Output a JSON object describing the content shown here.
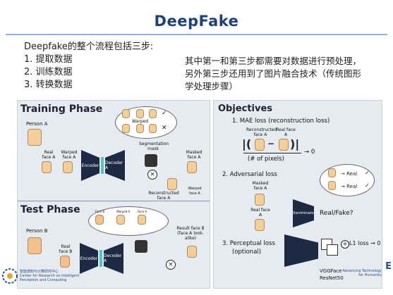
{
  "title": "DeepFake",
  "intro": {
    "lead": "Deepfake的整个流程包括三步:",
    "steps": [
      "1. 提取数据",
      "2. 训练数据",
      "3. 转换数据"
    ]
  },
  "note": "其中第一和第三步都需要对数据进行预处理，另外第三步还用到了图片融合技术（传统图形学处理步骤）",
  "left_panel": {
    "training_title": "Training Phase",
    "person_a": "Person A",
    "real_face_a": "Real face A",
    "warped_face_a": "Warped face A",
    "encoder": "Encoder",
    "decoder_a": "Decoder A",
    "segmentation_mask": "Segmentation mask",
    "masked_face_a": "Masked face A",
    "reconstructed_face_a": "Reconstructed face A",
    "warped_label": "Warped",
    "warped_face_small": "Warped face A",
    "test_title": "Test Phase",
    "person_b": "Person B",
    "real_face_b": "Real face B",
    "decoder_a_test": "Decoder A",
    "result": "Result face B (face A look-alike)",
    "test_bubble_labels": [
      "Face B",
      "Warped A",
      "Face A"
    ]
  },
  "right_panel": {
    "title": "Objectives",
    "obj1": "1. MAE loss (reconstruction loss)",
    "recon": "Reconstructed face A",
    "real": "Real face A",
    "formula_tail": "→ 0",
    "pixels": "(# of pixels)",
    "obj2": "2. Adversarial loss",
    "masked": "Masked face A",
    "real2": "Real face A",
    "discriminator": "Discriminator",
    "real_fake": "Real/Fake?",
    "bubble_real1": "→ Real",
    "bubble_real2": "→ Real",
    "obj3a": "3. Perceptual loss",
    "obj3b": "(optional)",
    "l1": "L1 loss → 0",
    "vgg1": "VGGFace",
    "vgg2": "ResNet50"
  },
  "logos": {
    "left_line1": "智能感知与计算研究中心",
    "left_line2": "Center for Research on Intelligent",
    "left_line3": "Perception and Computing",
    "right_line1": "Advancing Technology",
    "right_line2": "for Humanity",
    "right_letter": "E"
  }
}
